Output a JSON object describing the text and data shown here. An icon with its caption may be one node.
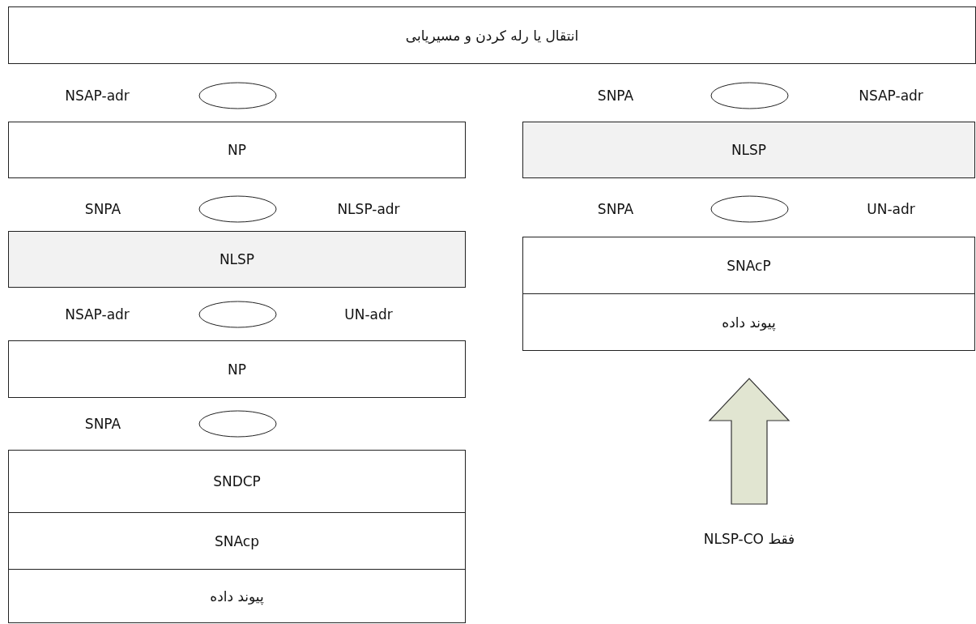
{
  "diagram": {
    "nodes": [
      {
        "text": [
          "انتقال یا رله کردن و مسیریابی"
        ]
      },
      {
        "text": [],
        "shape": "ellipse"
      },
      {
        "text": [],
        "shape": "ellipse"
      },
      {
        "text": [
          "NP"
        ]
      },
      {
        "text": [
          "NLSP"
        ]
      },
      {
        "text": [],
        "shape": "ellipse"
      },
      {
        "text": [],
        "shape": "ellipse"
      },
      {
        "text": [
          "NLSP"
        ]
      },
      {
        "text": [
          "SNAcP"
        ]
      },
      {
        "text": [
          "پیوند داده"
        ]
      },
      {
        "text": [],
        "shape": "ellipse"
      },
      {
        "text": [
          "NP"
        ]
      },
      {
        "text": [],
        "shape": "ellipse"
      },
      {
        "text": [
          "SNDCP"
        ]
      },
      {
        "text": [
          "SNAcp"
        ]
      },
      {
        "text": [
          "پیوند داده"
        ]
      },
      {
        "text": [
          "فقط NLSP-CO"
        ]
      }
    ],
    "edges": [
      {
        "from": 16,
        "to": 9,
        "arrow": "to"
      }
    ],
    "labels": [
      "NSAP-adr",
      "SNPA",
      "NSAP-adr",
      "SNPA",
      "NLSP-adr",
      "SNPA",
      "UN-adr",
      "NSAP-adr",
      "UN-adr",
      "SNPA"
    ]
  }
}
